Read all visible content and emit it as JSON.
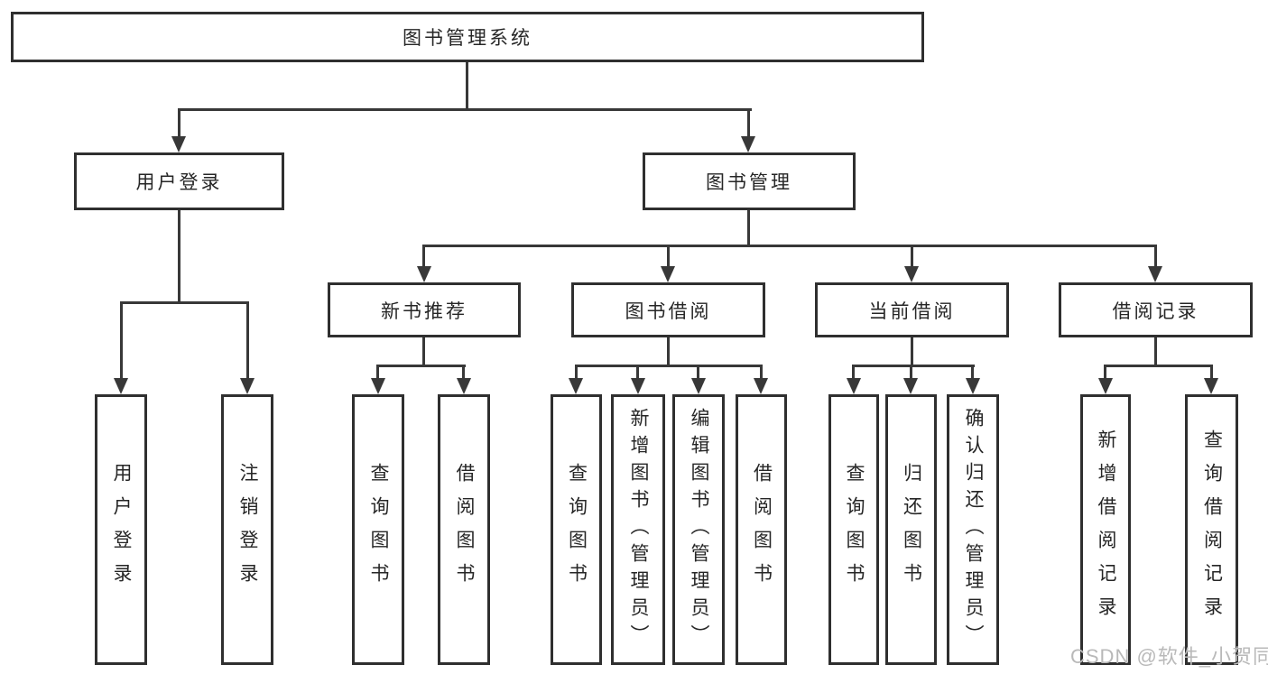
{
  "diagram": {
    "root": {
      "label": "图书管理系统"
    },
    "branches": [
      {
        "label": "用户登录",
        "children": [
          "用户登录",
          "注销登录"
        ]
      },
      {
        "label": "图书管理"
      }
    ],
    "modules": [
      {
        "label": "新书推荐",
        "children": [
          "查询图书",
          "借阅图书"
        ]
      },
      {
        "label": "图书借阅",
        "children": [
          "查询图书",
          "新增图书（管理员）",
          "编辑图书（管理员）",
          "借阅图书"
        ]
      },
      {
        "label": "当前借阅",
        "children": [
          "查询图书",
          "归还图书",
          "确认归还（管理员）"
        ]
      },
      {
        "label": "借阅记录",
        "children": [
          "新增借阅记录",
          "查询借阅记录"
        ]
      }
    ]
  },
  "watermark": {
    "text": "CSDN @软件_小贺同学"
  },
  "colors": {
    "line": "#383838",
    "border": "#2f2f2f",
    "text": "#262626",
    "bg": "#ffffff",
    "watermark": "#b9b9b9"
  }
}
